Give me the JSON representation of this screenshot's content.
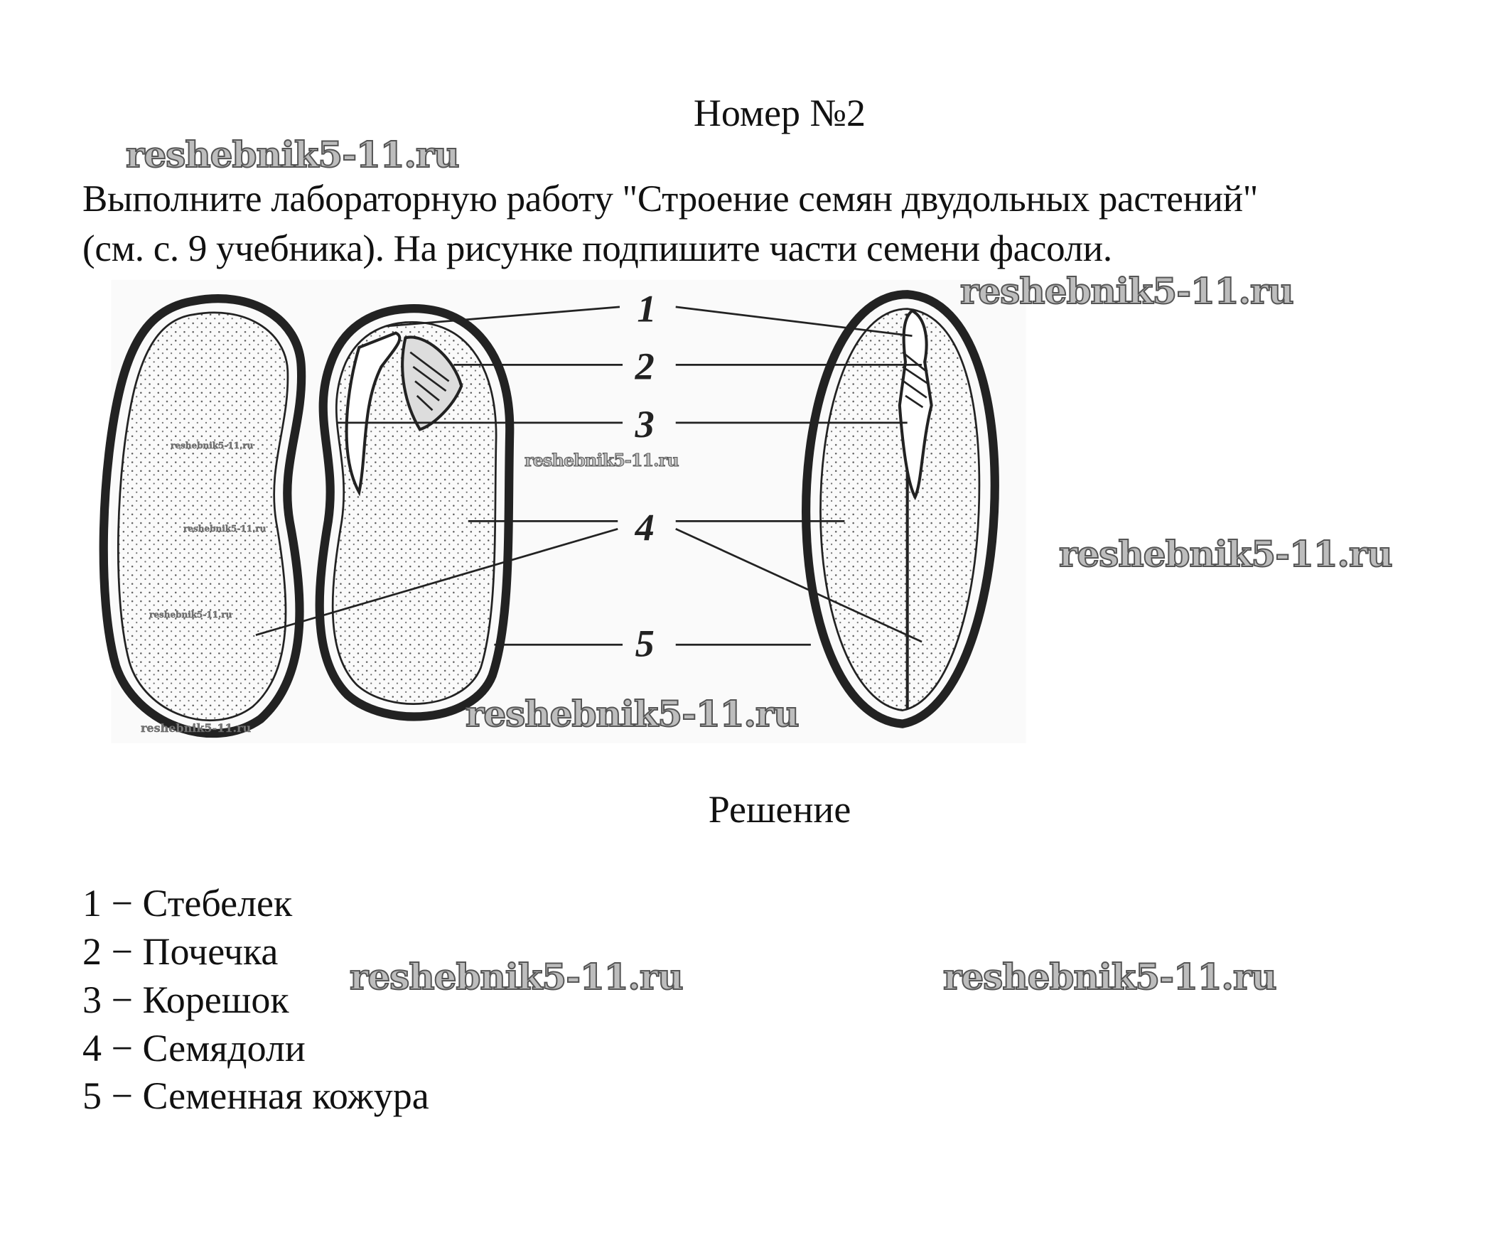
{
  "title": "Номер №2",
  "task": {
    "line1": "Выполните лабораторную работу \"Строение семян двудольных растений\"",
    "line2": "(см. с. 9 учебника). На рисунке подпишите части семени фасоли."
  },
  "figure": {
    "labels": [
      "1",
      "2",
      "3",
      "4",
      "5"
    ]
  },
  "solution_heading": "Решение",
  "answers": [
    "1 − Стебелек",
    "2 − Почечка",
    "3 − Корешок",
    "4 − Семядоли",
    "5 − Семенная кожура"
  ],
  "watermark": "reshebnik5-11.ru"
}
